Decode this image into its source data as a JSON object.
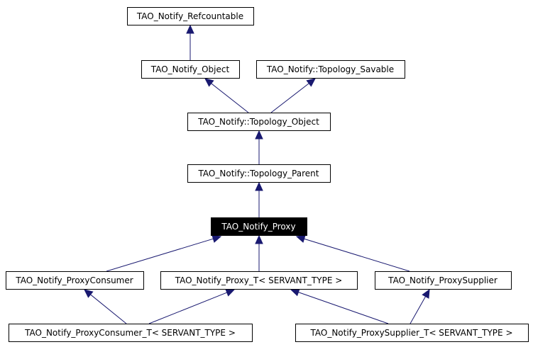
{
  "diagram": {
    "nodes": [
      {
        "id": "refcountable",
        "label": "TAO_Notify_Refcountable"
      },
      {
        "id": "object",
        "label": "TAO_Notify_Object"
      },
      {
        "id": "topology_savable",
        "label": "TAO_Notify::Topology_Savable"
      },
      {
        "id": "topology_object",
        "label": "TAO_Notify::Topology_Object"
      },
      {
        "id": "topology_parent",
        "label": "TAO_Notify::Topology_Parent"
      },
      {
        "id": "proxy",
        "label": "TAO_Notify_Proxy",
        "current": true
      },
      {
        "id": "proxy_consumer",
        "label": "TAO_Notify_ProxyConsumer"
      },
      {
        "id": "proxy_t",
        "label": "TAO_Notify_Proxy_T< SERVANT_TYPE >"
      },
      {
        "id": "proxy_supplier",
        "label": "TAO_Notify_ProxySupplier"
      },
      {
        "id": "proxy_consumer_t",
        "label": "TAO_Notify_ProxyConsumer_T< SERVANT_TYPE >"
      },
      {
        "id": "proxy_supplier_t",
        "label": "TAO_Notify_ProxySupplier_T< SERVANT_TYPE >"
      }
    ],
    "edges": [
      {
        "from": "object",
        "to": "refcountable"
      },
      {
        "from": "topology_object",
        "to": "object"
      },
      {
        "from": "topology_object",
        "to": "topology_savable"
      },
      {
        "from": "topology_parent",
        "to": "topology_object"
      },
      {
        "from": "proxy",
        "to": "topology_parent"
      },
      {
        "from": "proxy_consumer",
        "to": "proxy"
      },
      {
        "from": "proxy_t",
        "to": "proxy"
      },
      {
        "from": "proxy_supplier",
        "to": "proxy"
      },
      {
        "from": "proxy_consumer_t",
        "to": "proxy_consumer"
      },
      {
        "from": "proxy_consumer_t",
        "to": "proxy_t"
      },
      {
        "from": "proxy_supplier_t",
        "to": "proxy_t"
      },
      {
        "from": "proxy_supplier_t",
        "to": "proxy_supplier"
      }
    ],
    "colors": {
      "edge": "#191970",
      "node_border": "#000000",
      "current_fill": "#000000",
      "current_text": "#ffffff"
    }
  }
}
